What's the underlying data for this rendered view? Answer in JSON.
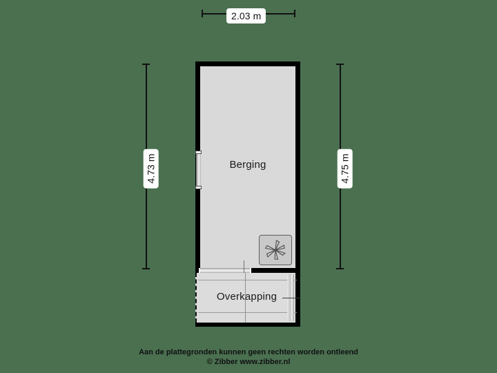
{
  "plan": {
    "background_color": "#4a7050",
    "wall_color": "#000000",
    "floor_color": "#d9d9d9",
    "rooms": [
      {
        "name": "Berging"
      },
      {
        "name": "Overkapping"
      }
    ],
    "dimensions": {
      "top": "2.03 m",
      "left": "4.73 m",
      "right": "4.75 m"
    },
    "icons": {
      "appliance": "asterisk-pinwheel-icon",
      "left_door": "door-icon",
      "bottom_door": "sliding-door-icon"
    }
  },
  "footer": {
    "line1": "Aan de plattegronden kunnen geen rechten worden ontleend",
    "line2": "© Zibber www.zibber.nl"
  }
}
